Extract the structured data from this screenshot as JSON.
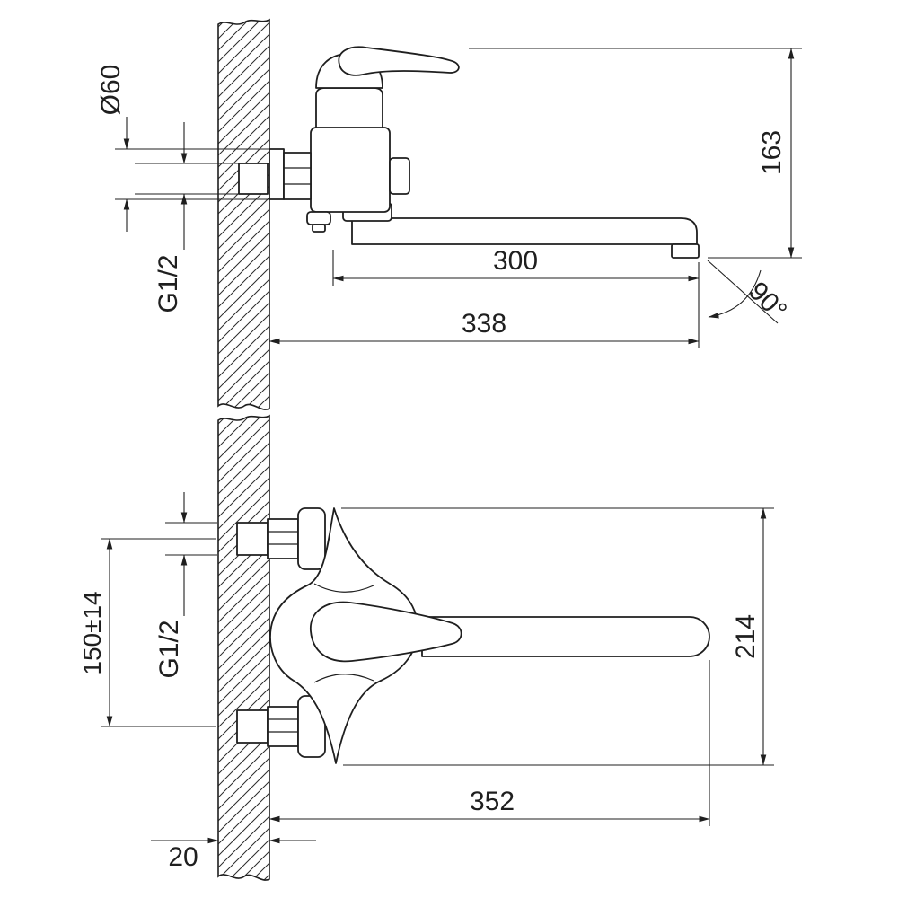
{
  "drawing": {
    "title": "wall-mounted-single-lever-mixer-dimensional-drawing",
    "colors": {
      "line": "#1f1f1f",
      "background": "#ffffff"
    },
    "side_view": {
      "dia_escutcheon": "Ø60",
      "thread": "G1/2",
      "height_handle_to_spout": "163",
      "spout_reach": "300",
      "overall_reach": "338",
      "swivel_angle": "90°"
    },
    "front_view": {
      "hole_centers": "150±14",
      "thread": "G1/2",
      "body_height": "214",
      "overall_length": "352",
      "wall_thickness": "20"
    }
  }
}
